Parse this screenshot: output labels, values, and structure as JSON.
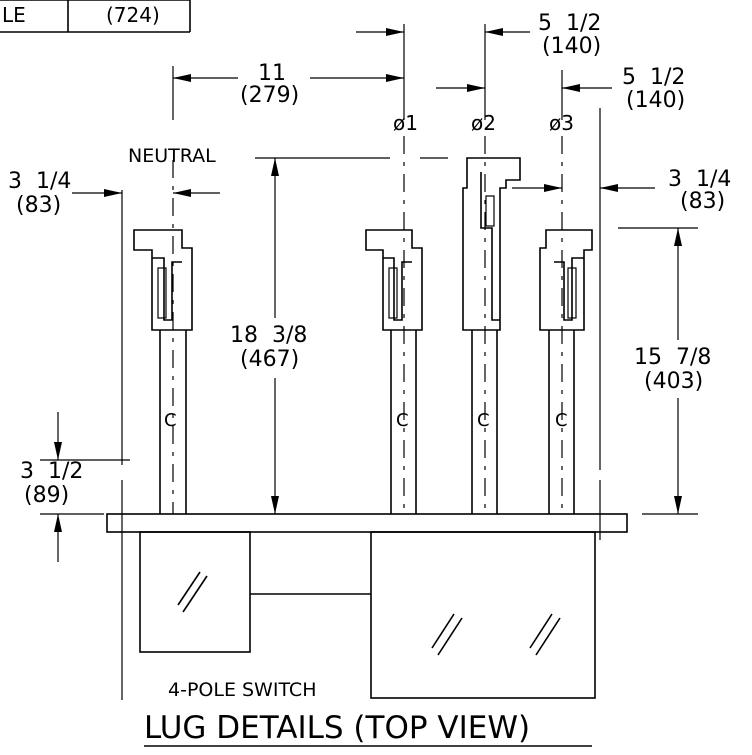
{
  "title_block": {
    "cell_left": "LE",
    "cell_right": "(724)"
  },
  "phase_labels": {
    "neutral": "NEUTRAL",
    "p1": "ø1",
    "p2": "ø2",
    "p3": "ø3"
  },
  "dimensions": {
    "d11": {
      "imperial": "11",
      "metric": "(279)"
    },
    "d5_half_top": {
      "imperial": "5  1/2",
      "metric": "(140)"
    },
    "d5_half_right": {
      "imperial": "5  1/2",
      "metric": "(140)"
    },
    "d3_quarter_left": {
      "imperial": "3  1/4",
      "metric": "(83)"
    },
    "d3_quarter_right": {
      "imperial": "3  1/4",
      "metric": "(83)"
    },
    "d18": {
      "imperial": "18  3/8",
      "metric": "(467)"
    },
    "d15": {
      "imperial": "15  7/8",
      "metric": "(403)"
    },
    "d3_half": {
      "imperial": "3  1/2",
      "metric": "(89)"
    }
  },
  "centerline_symbol": "C",
  "switch_label": "4-POLE SWITCH",
  "drawing_title": "LUG DETAILS (TOP VIEW)"
}
